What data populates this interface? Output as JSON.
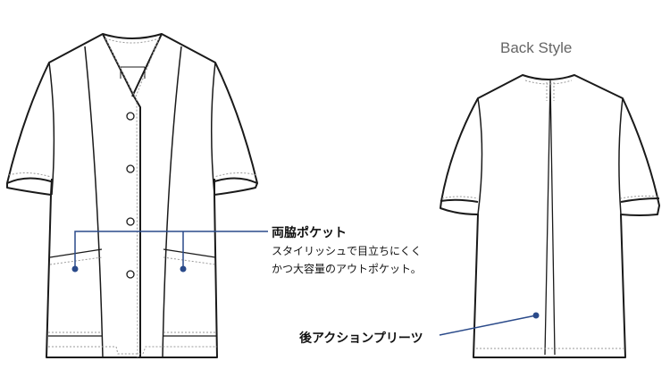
{
  "back_view": {
    "title": "Back Style"
  },
  "callouts": {
    "pocket": {
      "title": "両脇ポケット",
      "lines": [
        "スタイリッシュで目立ちにくく",
        "かつ大容量のアウトポケット。"
      ]
    },
    "pleat": {
      "title": "後アクションプリーツ"
    }
  },
  "colors": {
    "outline": "#1a1a1a",
    "callout": "#2a4a8a",
    "stitch": "#999999",
    "title": "#666666"
  }
}
